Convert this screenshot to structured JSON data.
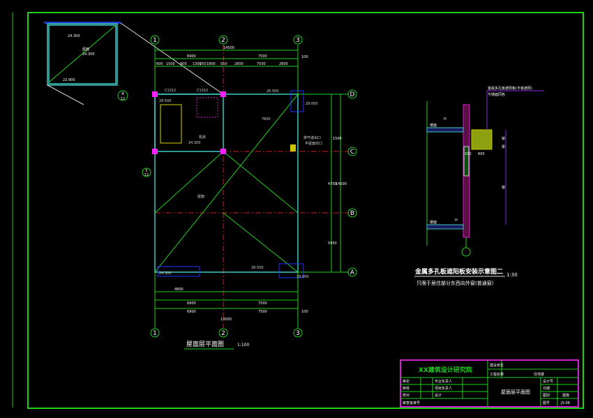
{
  "plan": {
    "title": "屋面层平面图",
    "scale": "1:100",
    "axes_x": [
      "1",
      "2",
      "3"
    ],
    "axes_y": [
      "D",
      "C",
      "B",
      "A"
    ],
    "dims_top": {
      "total": "14500",
      "seg1": "6900",
      "seg2": "7500",
      "right": "100",
      "small": [
        "600",
        "1500",
        "900",
        "1300",
        "250",
        "1800",
        "550",
        "2800",
        "7500",
        "2800"
      ]
    },
    "dims_bottom": {
      "row1": [
        "6900",
        "7500"
      ],
      "row2": [
        "6900",
        "7500"
      ],
      "total": "14500",
      "right": "100",
      "small": "4800"
    },
    "dims_right": [
      "1500",
      "4700",
      "14500",
      "5950"
    ],
    "labels": [
      "C1312",
      "C1312",
      "28.500",
      "24.300",
      "屋面",
      "机房",
      "7600",
      "29.000",
      "26.500",
      "28.500",
      "29.000",
      "24.300",
      "排气道出口",
      "平屋面出口"
    ],
    "inset": {
      "elev1": "24.300",
      "elev2": "22.900",
      "note": "屋面",
      "ref": "4",
      "ref_sheet": "12"
    },
    "ref_bubble": {
      "num": "5",
      "sheet": "12"
    }
  },
  "detail": {
    "title": "金属多孔板遮阳板安装示意图二",
    "scale": "1:30",
    "subtitle": "只限于居住部分东西向外窗(普通窗)",
    "callout_line1": "金属多孔板遮阳板(平板遮阳)",
    "callout_line2": "与墙面同色",
    "label_h_top": "H",
    "label_h_bottom": "H",
    "label_floor_top": "楼面",
    "label_floor_bottom": "楼面",
    "dim_600": "600",
    "dim_100": "100",
    "dims_v": [
      "窗",
      "梁",
      "窗"
    ]
  },
  "title_block": {
    "institute": "XX建筑设计研究院",
    "client_label": "建设单位",
    "project_label": "工程名称",
    "project_value": "住宅楼",
    "roles_left": [
      "审定",
      "审核",
      "校对"
    ],
    "roles_mid": [
      "专业负责人",
      "项目负责人",
      "设计"
    ],
    "cert_label": "审查批准号",
    "drawing_name": "屋面层平面图",
    "right_labels": [
      "设计号",
      "日期",
      "图别",
      "图号"
    ],
    "discipline": "建施",
    "sheet_no": "JS-08"
  },
  "colors": {
    "frame": "#1fd11f",
    "accent": "#d21fd2",
    "wall": "#3fc9c4",
    "axis": "#d21f1f"
  }
}
